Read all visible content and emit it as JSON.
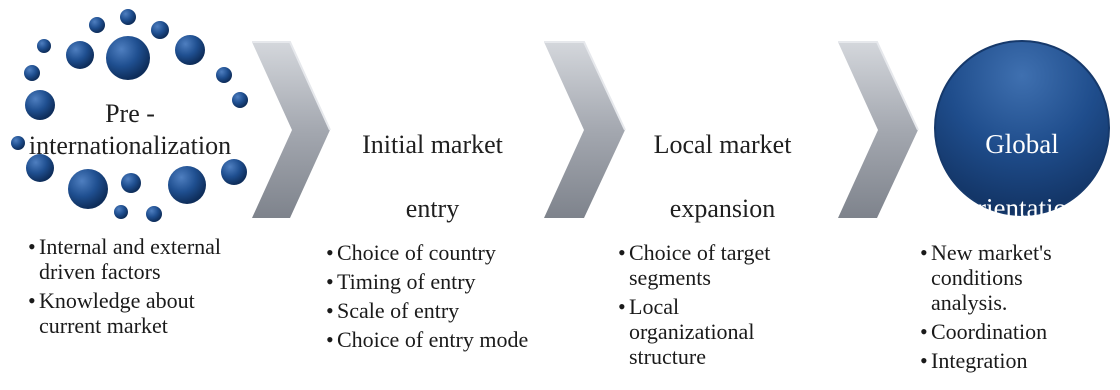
{
  "stages": [
    {
      "title_lines": [
        "Pre -",
        "internationalization"
      ],
      "bullets": [
        "Internal and external driven factors",
        "Knowledge about current market"
      ]
    },
    {
      "title_lines": [
        "Initial market",
        "entry"
      ],
      "bullets": [
        "Choice of country",
        "Timing of entry",
        "Scale of entry",
        "Choice of entry mode"
      ]
    },
    {
      "title_lines": [
        "Local market",
        "expansion"
      ],
      "bullets": [
        "Choice of target segments",
        "Local organizational structure"
      ]
    },
    {
      "title_lines": [
        "Global",
        "orientation"
      ],
      "bullets": [
        "New market's conditions analysis.",
        "Coordination",
        "Integration"
      ]
    }
  ],
  "colors": {
    "dot": "#1e4f8f",
    "dot_dark": "#0f2f5e",
    "circle": "#1d4a86",
    "chevron": "#a9adb5"
  }
}
